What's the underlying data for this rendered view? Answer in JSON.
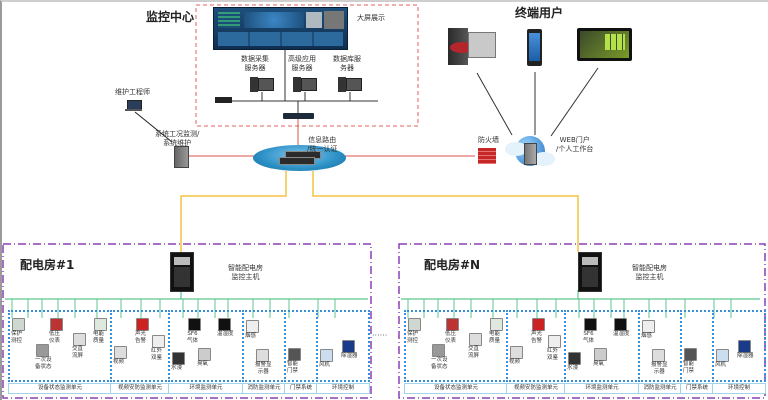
{
  "monitor_center": {
    "title": "监控中心",
    "big_screen_label": "大屏展示",
    "servers": [
      {
        "label": "数据采集\n服务器"
      },
      {
        "label": "高级应用\n服务器"
      },
      {
        "label": "数据库服\n务器"
      }
    ]
  },
  "maintenance": {
    "engineer_label": "维护工程师",
    "workstation_label": "系统工况监测/\n系统维护"
  },
  "core": {
    "router_label": "信息路由\n/统一认证",
    "firewall_label": "防火墙",
    "web_label": "WEB门户\n/个人工作台"
  },
  "end_users": {
    "title": "终端用户"
  },
  "rooms": [
    {
      "title": "配电房#1",
      "host_label": "智能配电房\n监控主机",
      "units": [
        {
          "label": "设备状态监测单元",
          "devices": [
            "保护\n测控",
            "一次设\n备状态",
            "低压\n仪表",
            "交直\n流屏",
            "电能\n质量"
          ]
        },
        {
          "label": "视频安防监测单元",
          "devices": [
            "视频",
            "声光\n告警",
            "红外\n双鉴"
          ]
        },
        {
          "label": "环境监测单元",
          "devices": [
            "水浸",
            "SF6\n气体",
            "臭氧",
            "温湿度"
          ]
        },
        {
          "label": "消防监测单元",
          "devices": [
            "烟感",
            "报警显\n示器"
          ]
        },
        {
          "label": "门禁系统",
          "devices": [
            "智能\n门禁"
          ]
        },
        {
          "label": "环境控制",
          "devices": [
            "风机",
            "除湿器"
          ]
        }
      ]
    },
    {
      "title": "配电房#N",
      "host_label": "智能配电房\n监控主机",
      "units": [
        {
          "label": "设备状态监测单元",
          "devices": [
            "保护\n测控",
            "一次设\n备状态",
            "低压\n仪表",
            "交直\n流屏",
            "电能\n质量"
          ]
        },
        {
          "label": "视频安防监测单元",
          "devices": [
            "视频",
            "声光\n告警",
            "红外\n双鉴"
          ]
        },
        {
          "label": "环境监测单元",
          "devices": [
            "水浸",
            "SF6\n气体",
            "臭氧",
            "温湿度"
          ]
        },
        {
          "label": "消防监测单元",
          "devices": [
            "烟感",
            "报警显\n示器"
          ]
        },
        {
          "label": "门禁系统",
          "devices": [
            "智能\n门禁"
          ]
        },
        {
          "label": "环境控制",
          "devices": [
            "风机",
            "除湿器"
          ]
        }
      ]
    }
  ],
  "separator": "······",
  "colors": {
    "red_link": "#d9534f",
    "yellow_link": "#f5c242",
    "green_bus": "#5cc78c",
    "purple_border": "#8a3fb8",
    "blue_dotted": "#3a8fd8",
    "router_blue": "#2a8fc4"
  }
}
